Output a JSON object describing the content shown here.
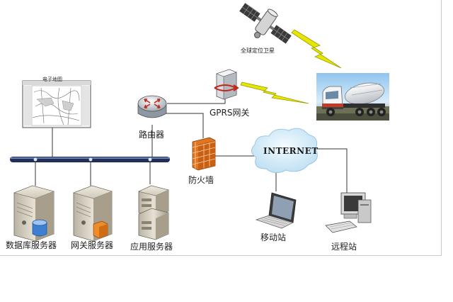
{
  "labels": {
    "satellite": "全球定位卫星",
    "gprs_gateway": "GPRS网关",
    "router": "路由器",
    "firewall": "防火墙",
    "internet": "INTERNET",
    "map_window_title": "电子地图",
    "db_server": "数据库服务器",
    "gateway_server": "网关服务器",
    "app_server": "应用服务器",
    "mobile_station": "移动站",
    "remote_station": "远程站"
  },
  "colors": {
    "lightning": "#e6e600",
    "cloud": "#cfe8f7",
    "bus": "#1f2f5a",
    "firewall": "#e0761f",
    "truck": "#f2f2f2"
  }
}
